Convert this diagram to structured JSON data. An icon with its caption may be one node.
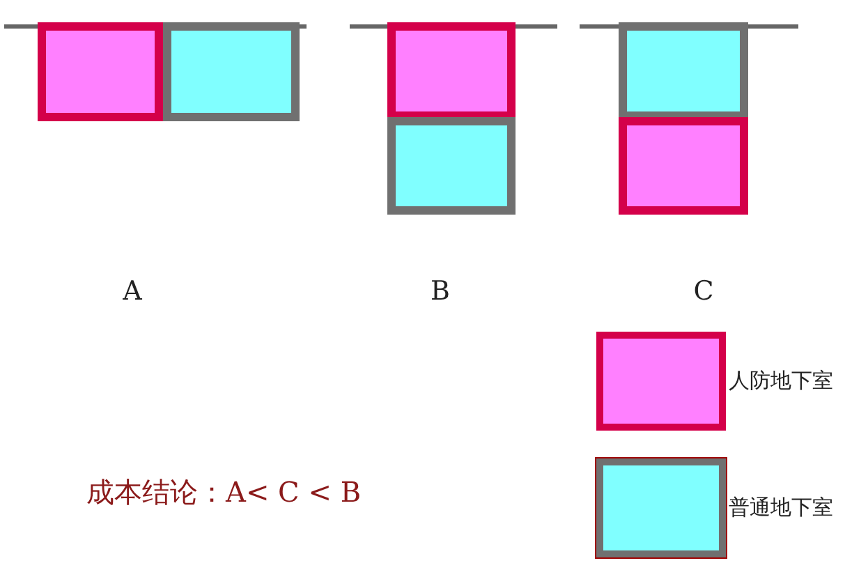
{
  "diagram": {
    "labels": [
      "A",
      "B",
      "C",
      "成本结论：A< C < B"
    ],
    "legend": [
      {
        "text": "人防地下室",
        "color": "#ff80ff"
      },
      {
        "text": "普通地下室",
        "color": "#80ffff"
      }
    ]
  }
}
